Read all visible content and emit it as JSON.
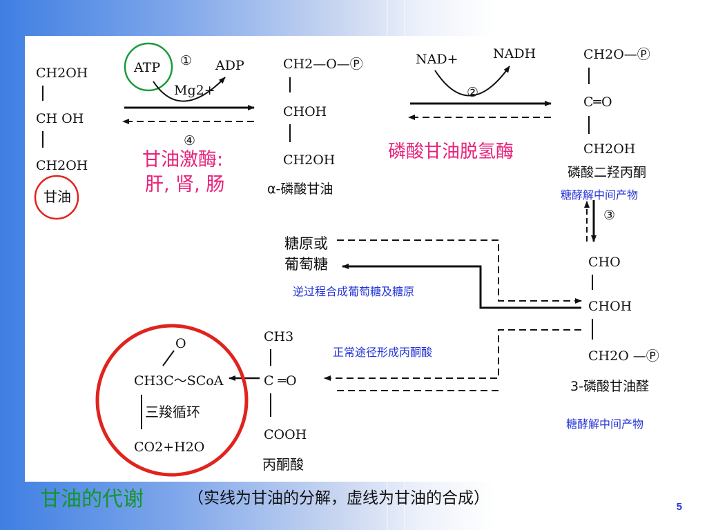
{
  "glycerol": {
    "l1": "CH2OH",
    "l2": "CH OH",
    "l3": "CH2OH",
    "name": "甘油"
  },
  "step1": {
    "atp": "ATP",
    "num": "①",
    "adp": "ADP",
    "mg": "Mg2+",
    "rev": "④"
  },
  "kinase": {
    "l1": "甘油激酶:",
    "l2": "肝, 肾, 肠"
  },
  "g3p": {
    "l1": "CH2—O—Ⓟ",
    "l2": "CHOH",
    "l3": "CH2OH",
    "name": "α-磷酸甘油"
  },
  "step2": {
    "nad": "NAD+",
    "nadh": "NADH",
    "num": "②"
  },
  "dehydrogenase": "磷酸甘油脱氢酶",
  "dhap": {
    "l1": "CH2O—Ⓟ",
    "l2": "C═O",
    "l3": "CH2OH",
    "name": "磷酸二羟丙酮",
    "note": "糖酵解中间产物"
  },
  "step3": "③",
  "gap": {
    "l1": "CHO",
    "l2": "CHOH",
    "l3": "CH2O —Ⓟ",
    "name": "3-磷酸甘油醛",
    "note": "糖酵解中间产物"
  },
  "glucose": {
    "l1": "糖原或",
    "l2": "葡萄糖",
    "note": "逆过程合成葡萄糖及糖原"
  },
  "pyruvate": {
    "l1": "CH3",
    "l2": "C ═O",
    "l3": "COOH",
    "name": "丙酮酸",
    "note": "正常途径形成丙酮酸"
  },
  "acetylcoa": {
    "o": "O",
    "l1": "CH3C～SCoA",
    "tca": "三羧循环",
    "l2": "CO2+H2O"
  },
  "footer": {
    "title": "甘油的代谢",
    "subtitle": "（实线为甘油的分解，虚线为甘油的合成）"
  },
  "page_number": "5",
  "colors": {
    "highlight_pink": "#e8217a",
    "note_blue": "#2435d8",
    "title_green": "#14952e",
    "circle_red": "#e0231c",
    "circle_green": "#1a9a3a"
  }
}
